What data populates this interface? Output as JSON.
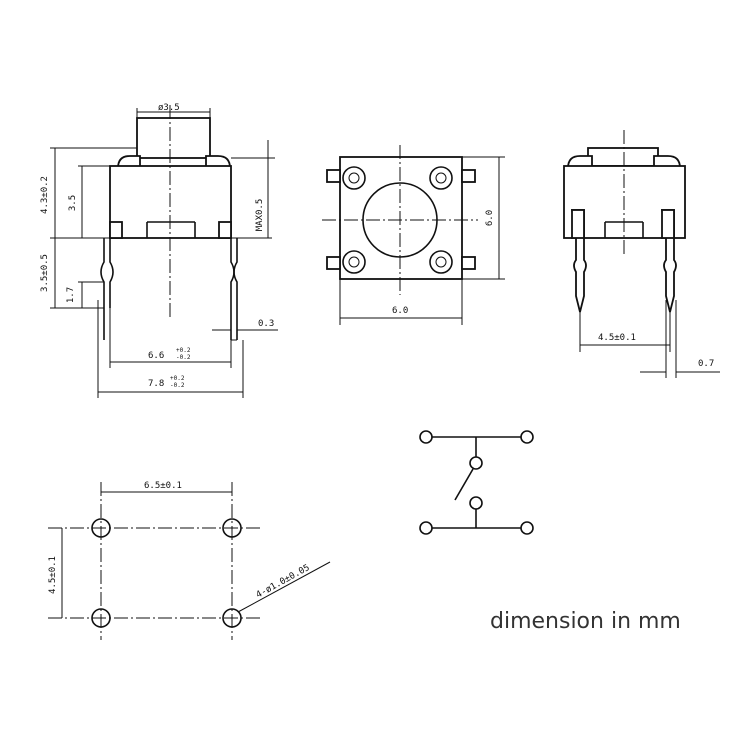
{
  "side_view": {
    "cap_diameter": "ø3.5",
    "total_height": "4.3±0.2",
    "body_height": "3.5",
    "max_height": "MAX0.5",
    "pin_standoff": "3.5±0.5",
    "pin_bend": "1.7",
    "pin_thickness": "0.3",
    "inner_width": "6.6",
    "inner_width_tol_plus": "+0.2",
    "inner_width_tol_minus": "-0.2",
    "outer_width": "7.8",
    "outer_width_tol_plus": "+0.2",
    "outer_width_tol_minus": "-0.2"
  },
  "top_view": {
    "width": "6.0",
    "height": "6.0"
  },
  "front_view": {
    "pin_pitch": "4.5±0.1",
    "pin_width": "0.7"
  },
  "footprint": {
    "pitch_x": "6.5±0.1",
    "pitch_y": "4.5±0.1",
    "hole_spec": "4-ø1.0±0.05"
  },
  "schematic": {
    "label": "tact switch symbol"
  },
  "note": "dimension in mm"
}
